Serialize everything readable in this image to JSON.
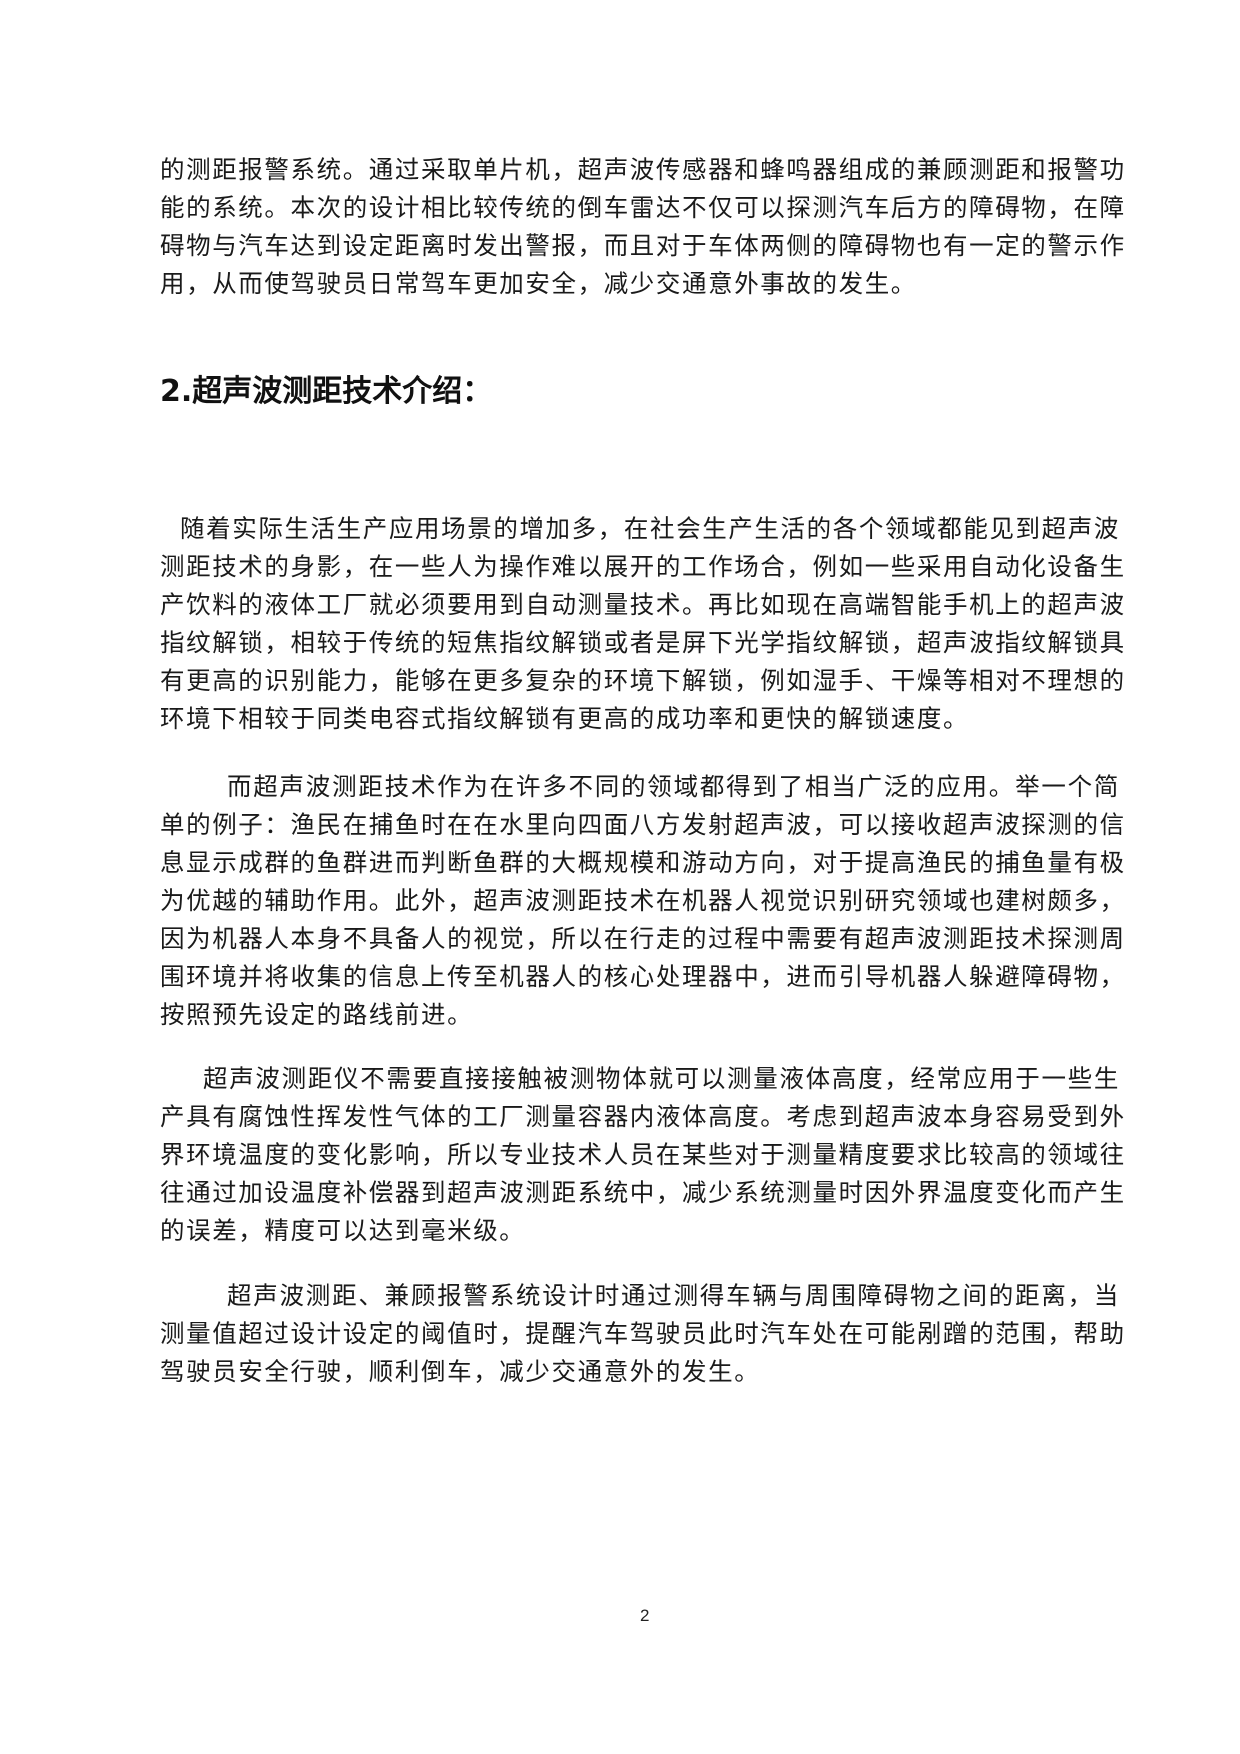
{
  "document": {
    "intro_paragraph": {
      "lines": [
        "的测距报警系统。通过采取单片机，超声波传感器和蜂鸣器组成的兼顾测距和报警功",
        "能的系统。本次的设计相比较传统的倒车雷达不仅可以探测汽车后方的障碍物，在障",
        "碍物与汽车达到设定距离时发出警报，而且对于车体两侧的障碍物也有一定的警示作",
        "用，从而使驾驶员日常驾车更加安全，减少交通意外事故的发生。"
      ]
    },
    "section_heading": "2.超声波测距技术介绍：",
    "paragraphs": [
      {
        "lines": [
          "随着实际生活生产应用场景的增加多，在社会生产生活的各个领域都能见到超声波",
          "测距技术的身影，在一些人为操作难以展开的工作场合，例如一些采用自动化设备生",
          "产饮料的液体工厂就必须要用到自动测量技术。再比如现在高端智能手机上的超声波",
          "指纹解锁，相较于传统的短焦指纹解锁或者是屏下光学指纹解锁，超声波指纹解锁具",
          "有更高的识别能力，能够在更多复杂的环境下解锁，例如湿手、干燥等相对不理想的",
          "环境下相较于同类电容式指纹解锁有更高的成功率和更快的解锁速度。"
        ]
      },
      {
        "lines": [
          "而超声波测距技术作为在许多不同的领域都得到了相当广泛的应用。举一个简",
          "单的例子：渔民在捕鱼时在在水里向四面八方发射超声波，可以接收超声波探测的信",
          "息显示成群的鱼群进而判断鱼群的大概规模和游动方向，对于提高渔民的捕鱼量有极",
          "为优越的辅助作用。此外，超声波测距技术在机器人视觉识别研究领域也建树颇多，",
          "因为机器人本身不具备人的视觉，所以在行走的过程中需要有超声波测距技术探测周",
          "围环境并将收集的信息上传至机器人的核心处理器中，进而引导机器人躲避障碍物，",
          "按照预先设定的路线前进。"
        ]
      },
      {
        "lines": [
          "超声波测距仪不需要直接接触被测物体就可以测量液体高度，经常应用于一些生",
          "产具有腐蚀性挥发性气体的工厂测量容器内液体高度。考虑到超声波本身容易受到外",
          "界环境温度的变化影响，所以专业技术人员在某些对于测量精度要求比较高的领域往",
          "往通过加设温度补偿器到超声波测距系统中，减少系统测量时因外界温度变化而产生",
          "的误差，精度可以达到毫米级。"
        ]
      },
      {
        "lines": [
          "超声波测距、兼顾报警系统设计时通过测得车辆与周围障碍物之间的距离，当",
          "测量值超过设计设定的阈值时，提醒汽车驾驶员此时汽车处在可能剐蹭的范围，帮助",
          "驾驶员安全行驶，顺利倒车，减少交通意外的发生。"
        ]
      }
    ],
    "page_number": "2"
  }
}
